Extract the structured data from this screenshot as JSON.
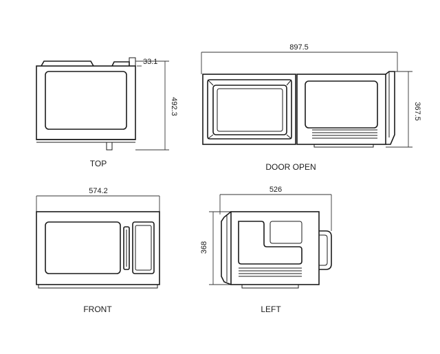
{
  "views": {
    "top": {
      "label": "TOP",
      "dim_depth": "492.3",
      "dim_handle": "33.1"
    },
    "door_open": {
      "label": "DOOR OPEN",
      "dim_width": "897.5",
      "dim_height": "367.5"
    },
    "front": {
      "label": "FRONT",
      "dim_width": "574.2"
    },
    "left": {
      "label": "LEFT",
      "dim_width": "526",
      "dim_height": "368"
    }
  },
  "colors": {
    "line": "#1a1a1a",
    "background": "#ffffff"
  }
}
